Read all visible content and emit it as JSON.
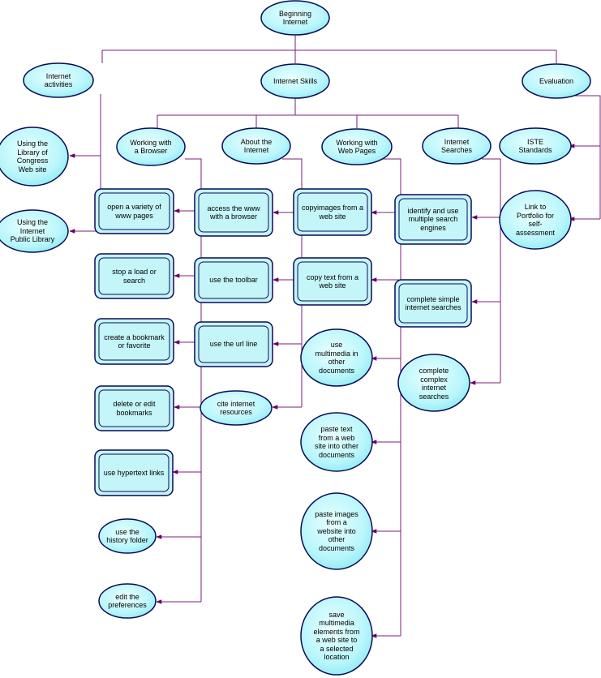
{
  "nodes": {
    "beginning": "Beginning\nInternet",
    "activities": "Internet\nactivities",
    "skills": "Internet Skills",
    "evaluation": "Evaluation",
    "library_congress": "Using the\nLibrary of\nCongress\nWeb site",
    "public_library": "Using the\nInternet\nPublic Library",
    "browser": "Working with\na Browser",
    "about": "About the\nInternet",
    "webpages": "Working with\nWeb Pages",
    "searches": "Internet\nSearches",
    "iste": "ISTE\nStandards",
    "portfolio": "Link to\nPortfolio for\nself-\nassessment",
    "open_variety": "open a variety of\nwww pages",
    "stop_load": "stop a load or\nsearch",
    "bookmark": "create a bookmark\nor favorite",
    "delete_bookmarks": "delete or edit\nbookmarks",
    "hypertext": "use hypertext links",
    "history": "use the\nhistory folder",
    "preferences": "edit the\npreferences",
    "access_www": "access the www\nwith a browser",
    "toolbar": "use the toolbar",
    "url_line": "use the url line",
    "cite": "cite internet\nresources",
    "copy_images": "copyimages from a\nweb site",
    "copy_text": "copy text from a\nweb site",
    "multimedia": "use\nmultimedia in\nother\ndocuments",
    "paste_text": "paste text\nfrom a web\nsite into other\ndocuments",
    "paste_images": "paste images\nfrom a\nwebsite into\nother\ndocuments",
    "save_multimedia": "save\nmultimedia\nelements from\na web site to\na selected\nlocation",
    "identify": "identify and use\nmultiple search\nengines",
    "simple": "complete simple\ninternet searches",
    "complex": "complete\ncomplex\ninternet\nsearches"
  }
}
